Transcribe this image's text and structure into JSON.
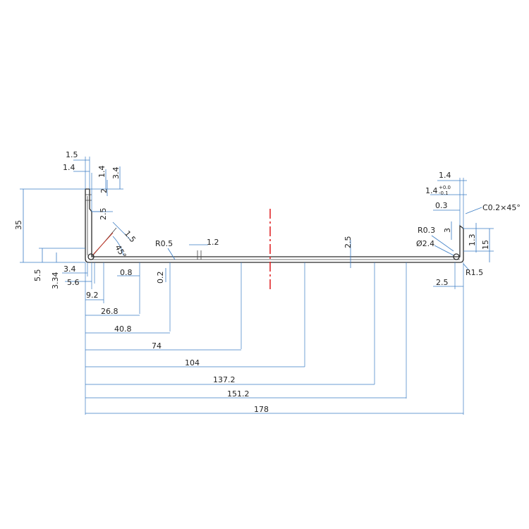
{
  "drawing": {
    "left_dims": {
      "w_1_5": "1.5",
      "w_1_4": "1.4",
      "h_1_4": "1.4",
      "h_3_4": "3.4",
      "h_2": "2",
      "h_35": "35",
      "h_2_5": "2.5",
      "r_1_5": "1.5",
      "angle_45": "45°",
      "h_5_5": "5.5",
      "h_3_34": "3.34",
      "w_3_4": "3.4",
      "w_5_6": "5.6",
      "w_9_2": "9.2",
      "w_0_8": "0.8",
      "h_0_2": "0.2",
      "r_0_5": "R0.5",
      "w_1_2": "1.2",
      "t_2_5": "2.5"
    },
    "base_dims": [
      "26.8",
      "40.8",
      "74",
      "104",
      "137.2",
      "151.2",
      "178"
    ],
    "right_dims": {
      "w_1_4": "1.4",
      "tol_base": "1.4",
      "tol_plus": "+0.0",
      "tol_minus": "-0.1",
      "w_0_3": "0.3",
      "chamfer": "C0.2×45°",
      "r_0_3": "R0.3",
      "h_3": "3",
      "h_1_3": "1.3",
      "h_15": "15",
      "dia_2_4": "Ø2.4",
      "r_1_5": "R1.5",
      "w_2_5": "2.5"
    }
  }
}
